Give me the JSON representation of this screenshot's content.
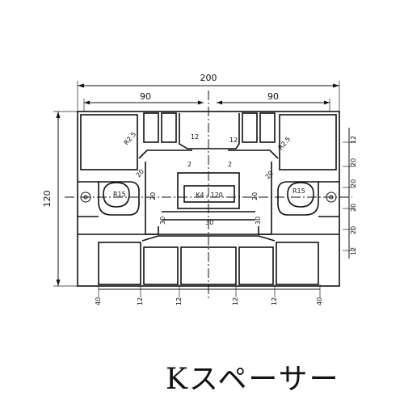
{
  "title": "Kスペーサー",
  "dimensions": {
    "overall_width": "200",
    "half_left": "90",
    "half_right": "90",
    "height": "120"
  },
  "labels": {
    "center_box": "K4 - 120",
    "small_a": "12",
    "small_b": "2",
    "small_c": "2",
    "small_d": "12",
    "radius_left": "R15",
    "radius_right": "R15",
    "hole_left": "R2.5",
    "hole_right": "R2.5",
    "inner_20_left": "20",
    "inner_20_right": "20",
    "inner_30_left": "30",
    "inner_30_right": "30",
    "mid_20_left": "20",
    "mid_20_right": "20",
    "mid_30": "30",
    "right_dims": [
      "12",
      "20",
      "20",
      "20",
      "20",
      "12"
    ],
    "bottom_dims": [
      "40",
      "12",
      "12",
      "12",
      "12",
      "40"
    ]
  }
}
